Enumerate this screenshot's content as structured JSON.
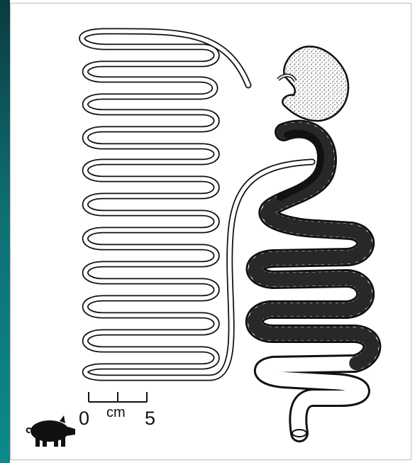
{
  "figure": {
    "scale_bar": {
      "start_label": "0",
      "unit_label": "cm",
      "end_label": "5"
    },
    "icon": "pig-silhouette-icon"
  }
}
